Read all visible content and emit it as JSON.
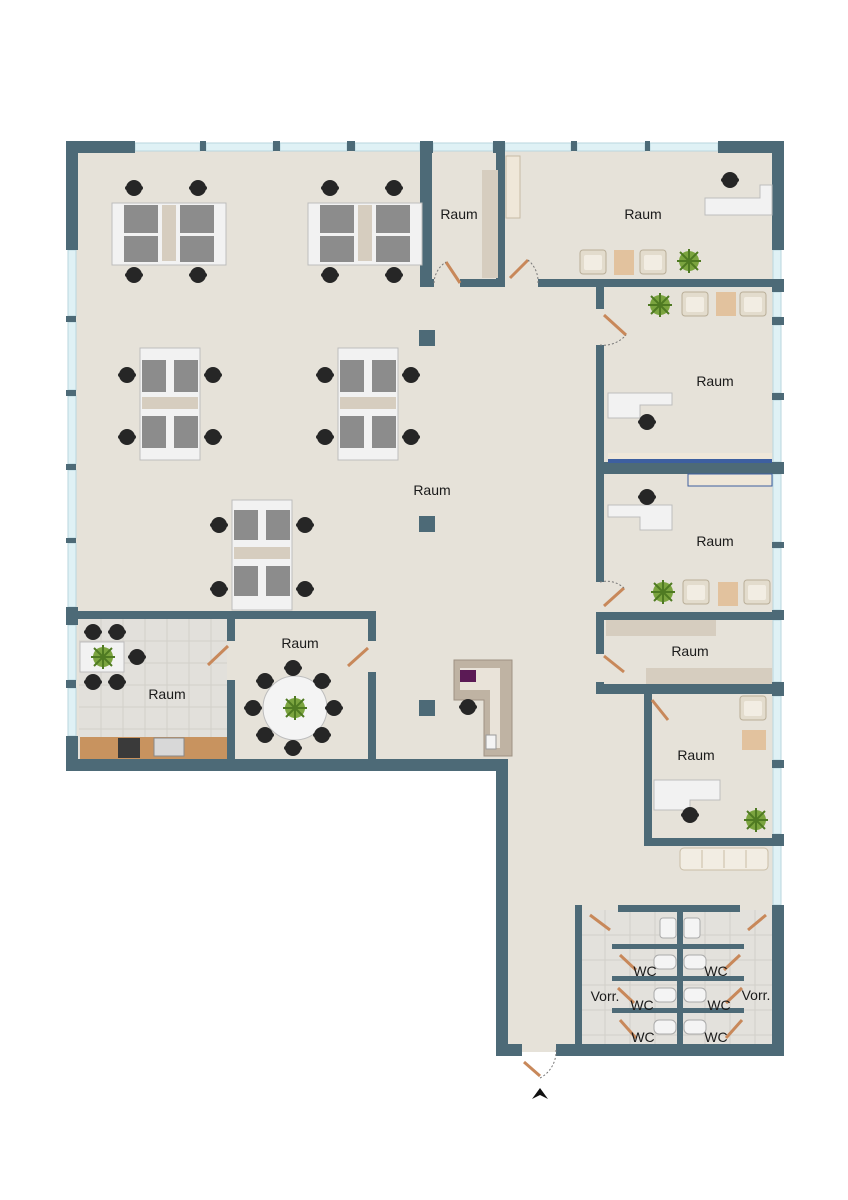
{
  "colors": {
    "wall": "#4d6a77",
    "floor": "#e6e2d9",
    "tile": "#e3e1dc",
    "window": "#dff1f5",
    "door": "#c8885a",
    "desk": "#f2f2f2",
    "chair": "#262626",
    "plant": "#6d9a3a",
    "counter": "#c8935f",
    "reception": "#bfb3a3",
    "shelf": "#d6cdbf"
  },
  "labels": {
    "main_office": "Raum",
    "room_top_small": "Raum",
    "room_top_right": "Raum",
    "room_right_1": "Raum",
    "room_right_2": "Raum",
    "room_right_3": "Raum",
    "room_right_4": "Raum",
    "kitchen": "Raum",
    "meeting": "Raum",
    "wc_1": "WC",
    "wc_2": "WC",
    "wc_3": "WC",
    "wc_4": "WC",
    "wc_5": "WC",
    "wc_6": "WC",
    "vorraum_left": "Vorr.",
    "vorraum_right": "Vorr."
  },
  "icons": {
    "entrance": "entrance-arrow-icon",
    "plant": "plant-icon",
    "chair": "office-chair-icon",
    "toilet": "toilet-icon",
    "sink": "sink-icon",
    "stove": "stove-icon"
  }
}
